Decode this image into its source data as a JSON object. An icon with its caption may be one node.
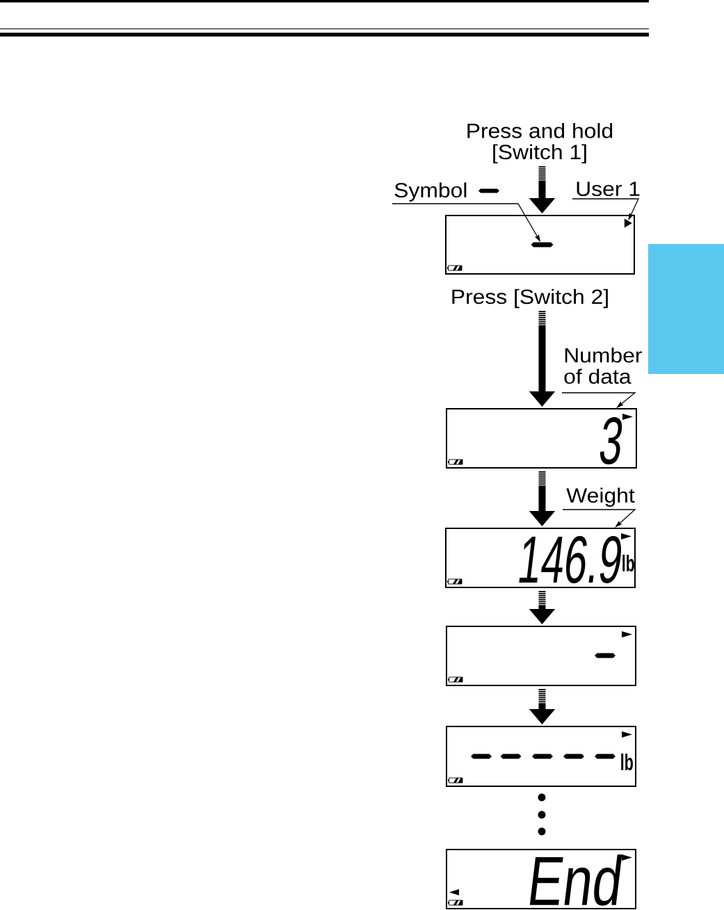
{
  "diagram": {
    "nodes": [
      {
        "text": [
          "Press and hold [Switch 1]"
        ]
      },
      {
        "text": [
          "Symbol"
        ]
      },
      {
        "text": [
          "User 1"
        ]
      },
      {
        "text": [],
        "shape": "box"
      },
      {
        "text": [],
        "shape": "bar",
        "in": 3
      },
      {
        "text": [],
        "shape": "triangle",
        "in": 3
      },
      {
        "text": [
          "Press [Switch 2]"
        ]
      },
      {
        "text": [
          "Number of data"
        ]
      },
      {
        "text": [
          "3"
        ]
      },
      {
        "text": [
          "Weight"
        ]
      },
      {
        "text": [
          "146.9",
          "lb"
        ]
      },
      {
        "text": [],
        "shape": "box"
      },
      {
        "text": [
          "lb"
        ]
      },
      {
        "text": [
          "End"
        ]
      },
      {
        "text": [],
        "shape": "tab"
      }
    ],
    "edges": [
      {
        "from": 0,
        "to": 3,
        "arrow": "to"
      },
      {
        "from": 1,
        "to": 4,
        "arrow": "to"
      },
      {
        "from": 2,
        "to": 5,
        "arrow": "to"
      },
      {
        "from": 6,
        "to": 8,
        "arrow": "to"
      },
      {
        "from": 7,
        "to": 8,
        "arrow": "to"
      },
      {
        "from": 8,
        "to": 10,
        "arrow": "to"
      },
      {
        "from": 9,
        "to": 10,
        "arrow": "to"
      },
      {
        "from": 10,
        "to": 11,
        "arrow": "to"
      },
      {
        "from": 11,
        "to": 12,
        "arrow": "to"
      }
    ]
  }
}
